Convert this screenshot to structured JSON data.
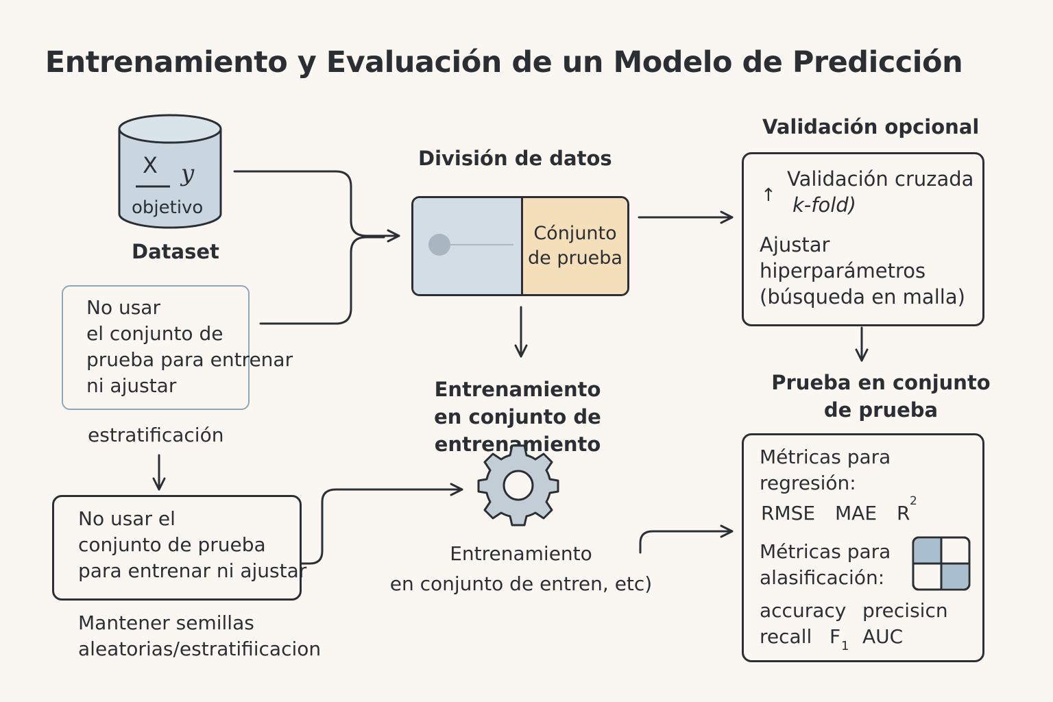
{
  "title": "Entrenamiento y Evaluación de un Modelo de Predicción",
  "dataset": {
    "x_label": "X",
    "y_label": "y",
    "target_label": "objetivo",
    "caption": "Dataset"
  },
  "warning_box_1": [
    "No usar",
    "el conjunto de",
    "prueba para entrenar",
    "ni ajustar"
  ],
  "stratification_label": "estratificación",
  "warning_box_2": [
    "No usar el",
    "conjunto de prueba",
    "para entrenar ni ajustar"
  ],
  "seeds_note": [
    "Mantener semillas",
    "aleatorias/estratifiicacion"
  ],
  "split": {
    "heading": "División de datos",
    "test_set": [
      "Cónjunto",
      "de prueba"
    ]
  },
  "training": {
    "heading": [
      "Entrenamiento",
      "en conjunto de entrenamiento"
    ],
    "caption": [
      "Entrenamiento",
      "en conjunto de entren, etc)"
    ]
  },
  "validation": {
    "heading": "Validación opcional",
    "arrow_glyph": "↑",
    "cv": [
      "Validación cruzada",
      "k-fold)"
    ],
    "tuning": [
      "Ajustar",
      "hiperparámetros",
      "(búsqueda en malla)"
    ]
  },
  "test": {
    "heading": [
      "Prueba en conjunto",
      "de prueba"
    ],
    "regression_label": [
      "Métricas para",
      "regresión:"
    ],
    "regression_metrics": [
      "RMSE",
      "MAE",
      "R"
    ],
    "r_superscript": "2",
    "classification_label": [
      "Métricas para",
      "alasificación:"
    ],
    "classification_metrics": [
      "accuracy",
      "precisicn",
      "recall",
      "F",
      "AUC"
    ],
    "f_subscript": "1"
  },
  "colors": {
    "ink": "#2b2f33",
    "cylinder_fill": "#c9d6e0",
    "train_fill": "#d3dde5",
    "test_fill": "#f5dfba",
    "gear_fill": "#c2cdd6",
    "matrix_fill": "#a9bfd0",
    "soft_border": "#8fa4b5"
  }
}
